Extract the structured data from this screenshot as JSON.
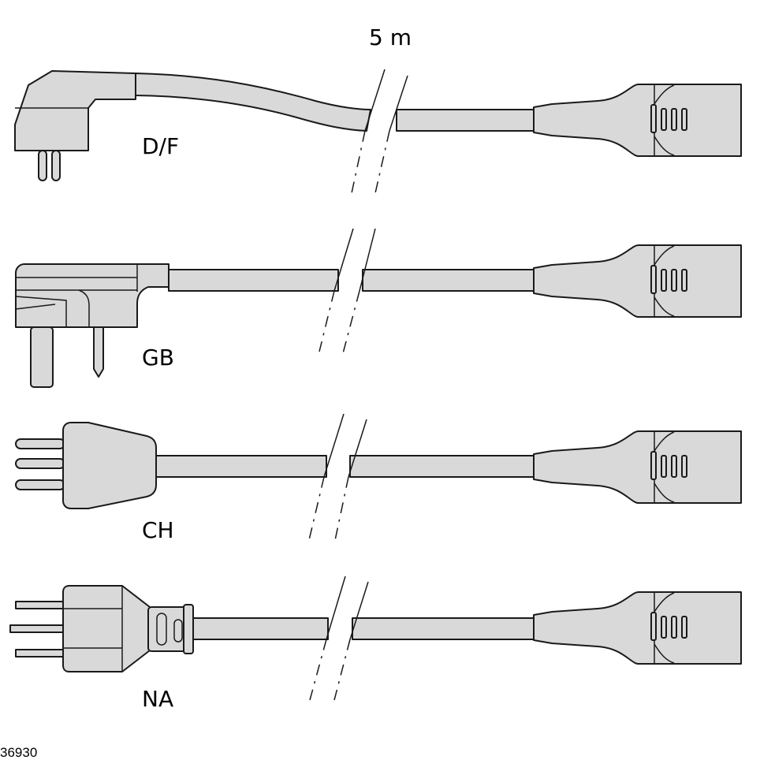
{
  "length_label": "5 m",
  "figure_number": "36930",
  "cables": [
    {
      "label": "D/F"
    },
    {
      "label": "GB"
    },
    {
      "label": "CH"
    },
    {
      "label": "NA"
    }
  ]
}
